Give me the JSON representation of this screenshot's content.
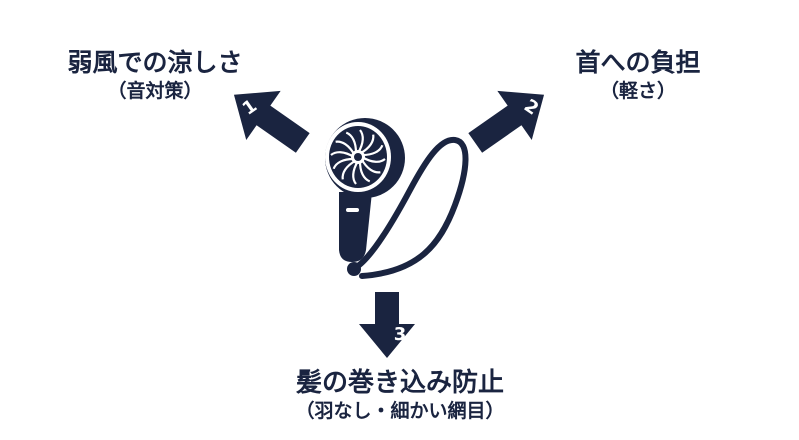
{
  "diagram": {
    "center": {
      "icon": "handheld-fan-icon"
    },
    "points": [
      {
        "number": "1",
        "title": "弱風での涼しさ",
        "subtitle": "（音対策）"
      },
      {
        "number": "2",
        "title": "首への負担",
        "subtitle": "（軽さ）"
      },
      {
        "number": "3",
        "title": "髪の巻き込み防止",
        "subtitle": "（羽なし・細かい網目）"
      }
    ]
  },
  "colors": {
    "primary": "#1a2440",
    "highlight": "#c9ddf0",
    "background": "#ffffff"
  }
}
